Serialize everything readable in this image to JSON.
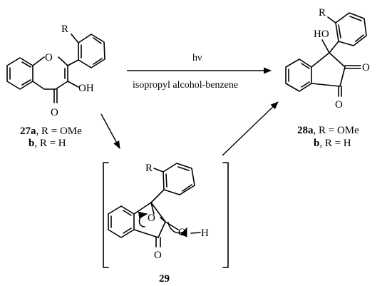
{
  "atoms": {
    "R": "R",
    "O": "O",
    "OH": "OH",
    "HO": "HO",
    "H": "H"
  },
  "arrow_top": {
    "above": "hν",
    "below": "isopropyl alcohol-benzene"
  },
  "compound_27": {
    "line1_bold": "27a",
    "line1_rest": ", R = OMe",
    "line2_bold": "b",
    "line2_rest": ", R = H"
  },
  "compound_28": {
    "line1_bold": "28a",
    "line1_rest": ", R = OMe",
    "line2_bold": "b",
    "line2_rest": ", R = H"
  },
  "compound_29": {
    "label": "29"
  }
}
